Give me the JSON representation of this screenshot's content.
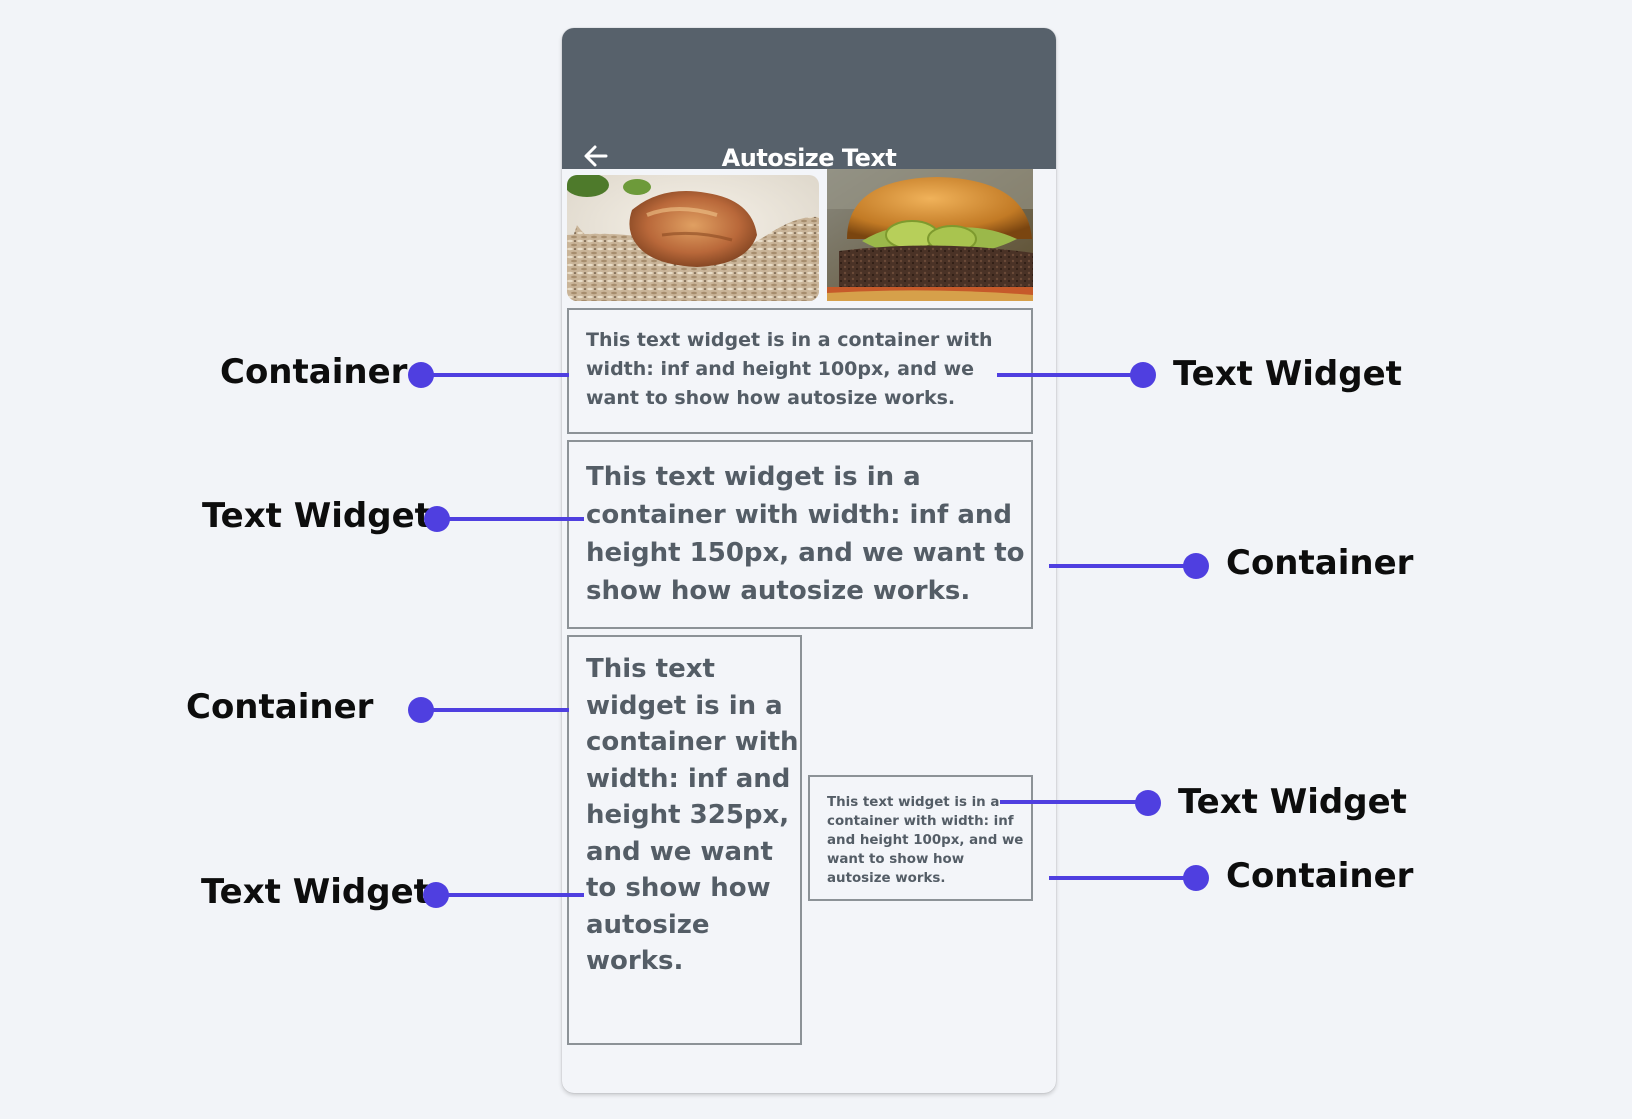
{
  "app": {
    "title": "Autosize Text",
    "back_icon": "arrow-left-icon"
  },
  "images": [
    {
      "name": "chicken-rice-image",
      "description_icon": "food-photo"
    },
    {
      "name": "burger-image",
      "description_icon": "food-photo"
    }
  ],
  "containers": {
    "c1_text": "This text widget is in a container with width: inf and height 100px, and we want to show how autosize works.",
    "c2_text": "This text widget is in a container with width: inf and height 150px, and we want to show how autosize works.",
    "c3_text": "This text widget is in a container with width: inf and height 325px, and we want to show how autosize works.",
    "c4_text": "This text widget is in a container with width: inf and height 100px, and we want to show how autosize works."
  },
  "callouts": {
    "container": "Container",
    "text_widget": "Text Widget"
  },
  "colors": {
    "appbar": "#57616b",
    "accent": "#4f3fe0",
    "text": "#545d66",
    "background": "#f2f4f8"
  }
}
